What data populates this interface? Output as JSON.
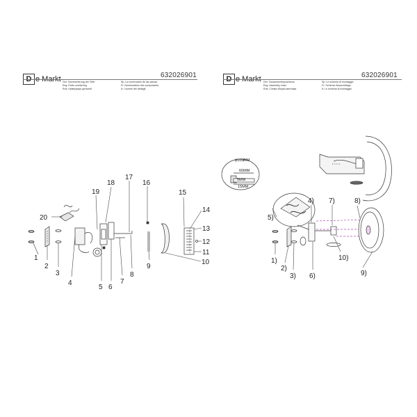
{
  "brand": {
    "box_letter": "D",
    "name": "e Markt"
  },
  "product_code": "632026901",
  "left_header": {
    "col1": [
      "Ger: Nummerierung der Teile",
      "Eng: Parts numbering",
      "Rus: Нумерация деталей"
    ],
    "col2": [
      "Sp: La numeración de las piezas",
      "Fr: Numérotation des composants",
      "It: I numeri dei dettagli"
    ]
  },
  "right_header": {
    "col1": [
      "Ger: Zusammenbauschema",
      "Eng: Assembly chart",
      "Rus: Схема сборки-монтажа"
    ],
    "col2": [
      "Sp: Le schema di montaggio",
      "Fr: Schéma d'assemblage",
      "It: Lo schema di montaggio"
    ]
  },
  "parts_labels": [
    "1",
    "2",
    "3",
    "4",
    "5",
    "6",
    "7",
    "8",
    "9",
    "10",
    "11",
    "12",
    "13",
    "14",
    "15",
    "16",
    "17",
    "18",
    "19",
    "20"
  ],
  "assembly_labels": [
    "1)",
    "2)",
    "3)",
    "4)",
    "5)",
    "6)",
    "7)",
    "8)",
    "9)",
    "10)"
  ],
  "detail": {
    "diameter": "ϕ100MM",
    "dim_top": "60MM",
    "dim_mid": "5MM",
    "dim_bottom": "15MM"
  },
  "colors": {
    "ink": "#333333",
    "accent": "#b04fb0"
  }
}
